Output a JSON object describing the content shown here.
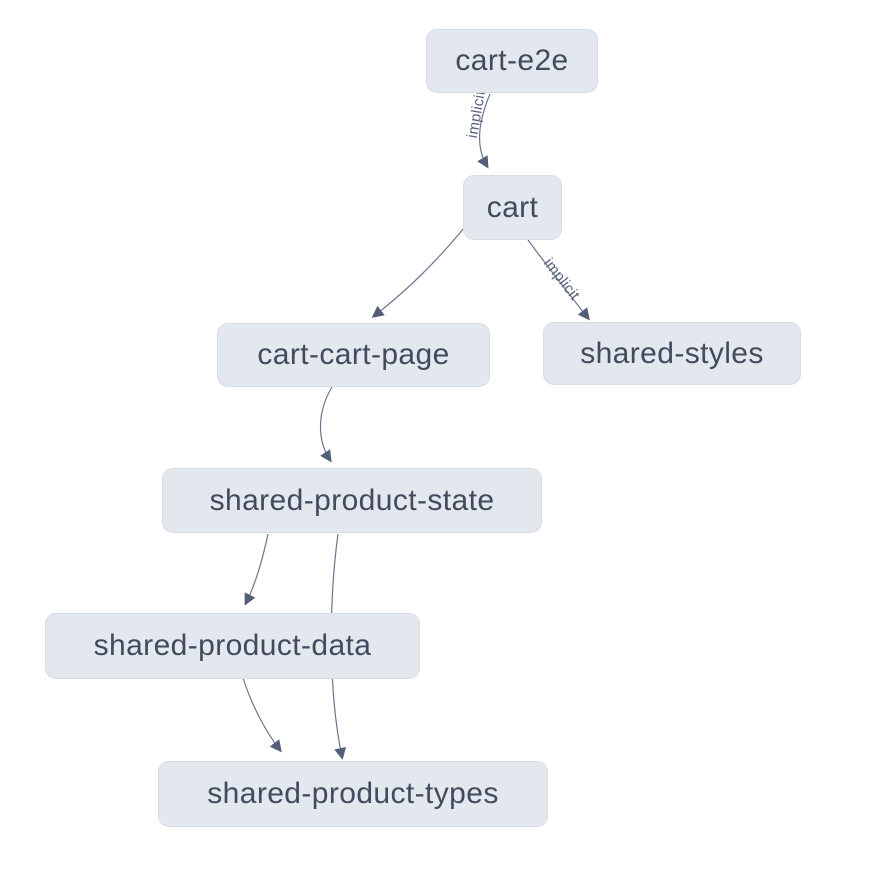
{
  "diagram": {
    "kind": "project-dependency-graph",
    "nodes": [
      {
        "id": "cart-e2e",
        "label": "cart-e2e"
      },
      {
        "id": "cart",
        "label": "cart"
      },
      {
        "id": "cart-cart-page",
        "label": "cart-cart-page"
      },
      {
        "id": "shared-styles",
        "label": "shared-styles"
      },
      {
        "id": "shared-product-state",
        "label": "shared-product-state"
      },
      {
        "id": "shared-product-data",
        "label": "shared-product-data"
      },
      {
        "id": "shared-product-types",
        "label": "shared-product-types"
      }
    ],
    "edges": [
      {
        "source": "cart-e2e",
        "target": "cart",
        "label": "implicit"
      },
      {
        "source": "cart",
        "target": "cart-cart-page",
        "label": ""
      },
      {
        "source": "cart",
        "target": "shared-styles",
        "label": "implicit"
      },
      {
        "source": "cart-cart-page",
        "target": "shared-product-state",
        "label": ""
      },
      {
        "source": "shared-product-state",
        "target": "shared-product-data",
        "label": ""
      },
      {
        "source": "shared-product-state",
        "target": "shared-product-types",
        "label": ""
      },
      {
        "source": "shared-product-data",
        "target": "shared-product-types",
        "label": ""
      }
    ],
    "colors": {
      "background": "#ffffff",
      "node_fill": "#e3e7ee",
      "node_border": "#d7dce5",
      "node_text": "#414b5d",
      "edge_stroke": "#6b7590",
      "edge_label": "#57627b",
      "arrowhead": "#535f78"
    }
  }
}
